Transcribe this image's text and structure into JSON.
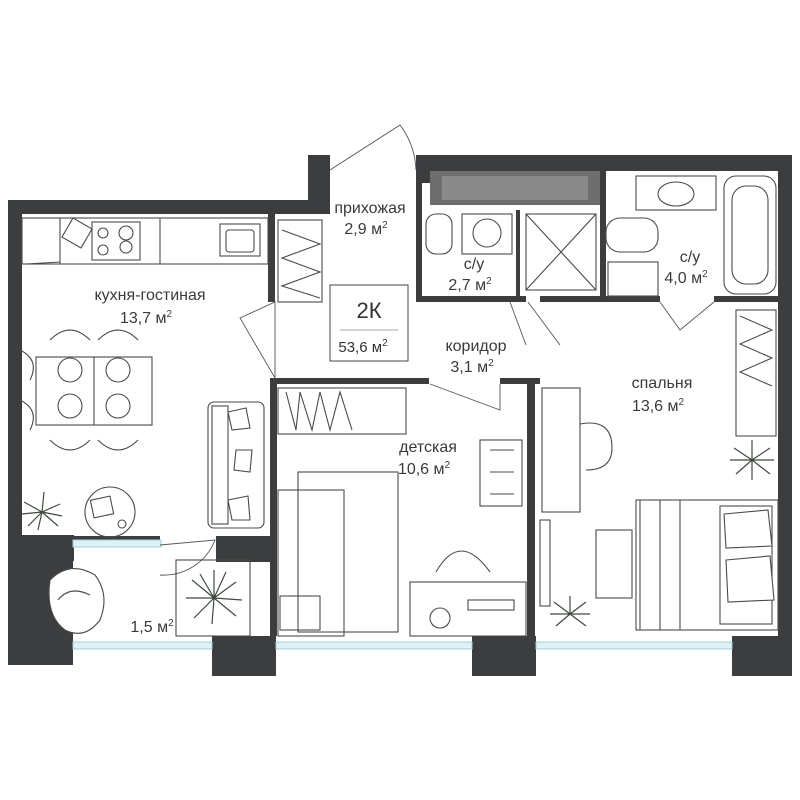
{
  "badge": {
    "type": "2К",
    "total_area": "53,6 м",
    "total_area_sup": "2"
  },
  "rooms": {
    "hallway": {
      "name": "прихожая",
      "area": "2,9 м",
      "sup": "2"
    },
    "kitchen": {
      "name": "кухня-гостиная",
      "area": "13,7 м",
      "sup": "2"
    },
    "bath1": {
      "name": "с/у",
      "area": "2,7 м",
      "sup": "2"
    },
    "bath2": {
      "name": "с/у",
      "area": "4,0 м",
      "sup": "2"
    },
    "corridor": {
      "name": "коридор",
      "area": "3,1 м",
      "sup": "2"
    },
    "bedroom": {
      "name": "спальня",
      "area": "13,6 м",
      "sup": "2"
    },
    "kids": {
      "name": "детская",
      "area": "10,6 м",
      "sup": "2"
    },
    "balcony": {
      "area": "1,5 м",
      "sup": "2"
    }
  },
  "colors": {
    "wall": "#3b3d3f",
    "window_glass": "#ddf1f6",
    "background": "#ffffff"
  }
}
